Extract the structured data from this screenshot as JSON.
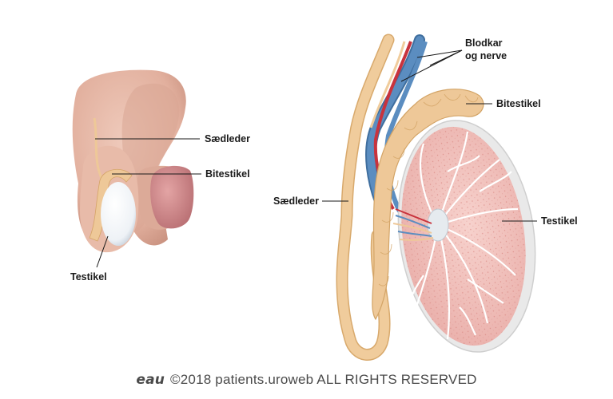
{
  "labels": {
    "left_saedleder": "Sædleder",
    "left_bitestikel": "Bitestikel",
    "left_testikel": "Testikel",
    "right_blodkar_line1": "Blodkar",
    "right_blodkar_line2": "og nerve",
    "right_bitestikel": "Bitestikel",
    "right_saedleder": "Sædleder",
    "right_testikel": "Testikel"
  },
  "footer": {
    "logo": "eau",
    "copyright": "©2018 patients.uroweb ALL RIGHTS RESERVED"
  },
  "colors": {
    "skin": "#e6b9a6",
    "skin_shadow": "#c98f7c",
    "glans": "#cf8588",
    "vas_deferens": "#eec898",
    "vein": "#4f7fb0",
    "artery": "#c8333d",
    "testis_tissue": "#f3c4c0",
    "testis_capsule": "#f4f4f4"
  }
}
